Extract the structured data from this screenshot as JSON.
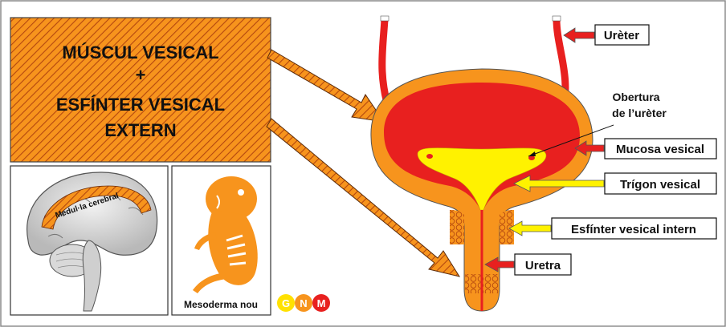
{
  "title_box": {
    "line1": "MÚSCUL VESICAL",
    "line2": "+",
    "line3": "ESFÍNTER VESICAL",
    "line4": "EXTERN"
  },
  "brain_label": "Medul·la cerebral",
  "embryo_label": "Mesoderma nou",
  "logo": {
    "g": "G",
    "n": "N",
    "m": "M"
  },
  "labels": {
    "ureter": "Urèter",
    "obertura_line1": "Obertura",
    "obertura_line2": "de l’urèter",
    "mucosa": "Mucosa vesical",
    "trigon": "Trígon vesical",
    "esfinter_intern": "Esfínter vesical intern",
    "uretra": "Uretra"
  },
  "colors": {
    "orange": "#F7941D",
    "dark_orange": "#E8630A",
    "red": "#E8201F",
    "dark_red": "#C8141B",
    "yellow": "#FFF200",
    "hatch_dark": "#8B3A0F"
  }
}
